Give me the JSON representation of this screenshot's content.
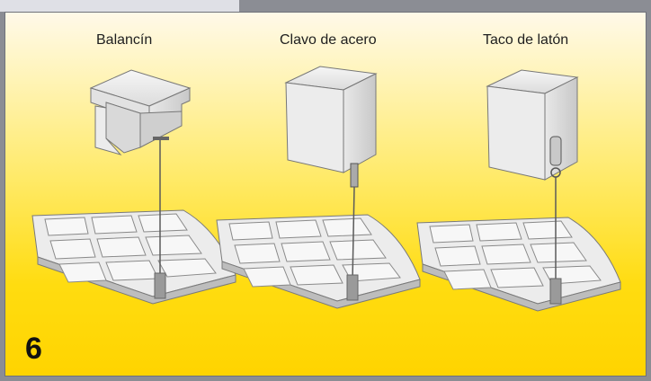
{
  "figure": {
    "number": "6",
    "colors": {
      "background_top": "#fff9e9",
      "background_bottom": "#ffd400",
      "frame": "#8b8d94"
    }
  },
  "items": [
    {
      "label": "Balancín",
      "fixing": "rocker-bracket"
    },
    {
      "label": "Clavo de acero",
      "fixing": "steel-nail"
    },
    {
      "label": "Taco de latón",
      "fixing": "brass-dowel"
    }
  ]
}
